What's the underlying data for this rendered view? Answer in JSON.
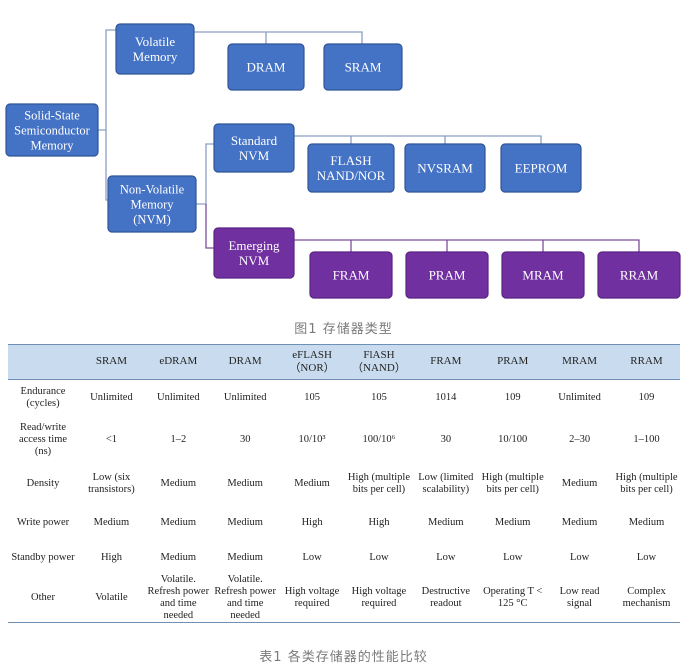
{
  "tree": {
    "root": {
      "lines": [
        "Solid-State",
        "Semiconductor",
        "Memory"
      ]
    },
    "volatile": {
      "lines": [
        "Volatile",
        "Memory"
      ]
    },
    "nvm": {
      "lines": [
        "Non-Volatile",
        "Memory",
        "(NVM)"
      ]
    },
    "dram": {
      "lines": [
        "DRAM"
      ]
    },
    "sram": {
      "lines": [
        "SRAM"
      ]
    },
    "standard": {
      "lines": [
        "Standard",
        "NVM"
      ]
    },
    "flash": {
      "lines": [
        "FLASH",
        "NAND/NOR"
      ]
    },
    "nvsram": {
      "lines": [
        "NVSRAM"
      ]
    },
    "eeprom": {
      "lines": [
        "EEPROM"
      ]
    },
    "emerging": {
      "lines": [
        "Emerging",
        "NVM"
      ]
    },
    "fram": {
      "lines": [
        "FRAM"
      ]
    },
    "pram": {
      "lines": [
        "PRAM"
      ]
    },
    "mram": {
      "lines": [
        "MRAM"
      ]
    },
    "rram": {
      "lines": [
        "RRAM"
      ]
    }
  },
  "colors": {
    "blue_fill": "#4472c4",
    "blue_border": "#2f5597",
    "purple_fill": "#7030a0",
    "purple_border": "#5b2383",
    "connector_blue": "#8a9fc2",
    "connector_purple": "#7b4d9e",
    "header_bg": "#c9dcef"
  },
  "figure_caption": "图1 存储器类型",
  "table_caption": "表1 各类存储器的性能比较",
  "table": {
    "headers": [
      [
        ""
      ],
      [
        "SRAM"
      ],
      [
        "eDRAM"
      ],
      [
        "DRAM"
      ],
      [
        "eFLASH",
        "（NOR）"
      ],
      [
        "FlASH",
        "（NAND）"
      ],
      [
        "FRAM"
      ],
      [
        "PRAM"
      ],
      [
        "MRAM"
      ],
      [
        "RRAM"
      ]
    ],
    "rows": [
      [
        [
          "Endurance",
          "(cycles)"
        ],
        [
          "Unlimited"
        ],
        [
          "Unlimited"
        ],
        [
          "Unlimited"
        ],
        [
          "105"
        ],
        [
          "105"
        ],
        [
          "1014"
        ],
        [
          "109"
        ],
        [
          "Unlimited"
        ],
        [
          "109"
        ]
      ],
      [
        [
          "Read/write",
          "access time",
          "(ns)"
        ],
        [
          "<1"
        ],
        [
          "1–2"
        ],
        [
          "30"
        ],
        [
          "10/10³"
        ],
        [
          "100/10⁶"
        ],
        [
          "30"
        ],
        [
          "10/100"
        ],
        [
          "2–30"
        ],
        [
          "1–100"
        ]
      ],
      [
        [
          "Density"
        ],
        [
          "Low (six",
          "transistors)"
        ],
        [
          "Medium"
        ],
        [
          "Medium"
        ],
        [
          "Medium"
        ],
        [
          "High (multiple",
          "bits per cell)"
        ],
        [
          "Low (limited",
          "scalability)"
        ],
        [
          "High (multiple",
          "bits per cell)"
        ],
        [
          "Medium"
        ],
        [
          "High (multiple",
          "bits per cell)"
        ]
      ],
      [
        [
          "Write power"
        ],
        [
          "Medium"
        ],
        [
          "Medium"
        ],
        [
          "Medium"
        ],
        [
          "High"
        ],
        [
          "High"
        ],
        [
          "Medium"
        ],
        [
          "Medium"
        ],
        [
          "Medium"
        ],
        [
          "Medium"
        ]
      ],
      [
        [
          "Standby power"
        ],
        [
          "High"
        ],
        [
          "Medium"
        ],
        [
          "Medium"
        ],
        [
          "Low"
        ],
        [
          "Low"
        ],
        [
          "Low"
        ],
        [
          "Low"
        ],
        [
          "Low"
        ],
        [
          "Low"
        ]
      ],
      [
        [
          "Other"
        ],
        [
          "Volatile"
        ],
        [
          "Volatile.",
          "Refresh power",
          "and time",
          "needed"
        ],
        [
          "Volatile.",
          "Refresh power",
          "and time",
          "needed"
        ],
        [
          "High voltage",
          "required"
        ],
        [
          "High voltage",
          "required"
        ],
        [
          "Destructive",
          "readout"
        ],
        [
          "Operating T <",
          "125 °C"
        ],
        [
          "Low read",
          "signal"
        ],
        [
          "Complex",
          "mechanism"
        ]
      ]
    ]
  }
}
